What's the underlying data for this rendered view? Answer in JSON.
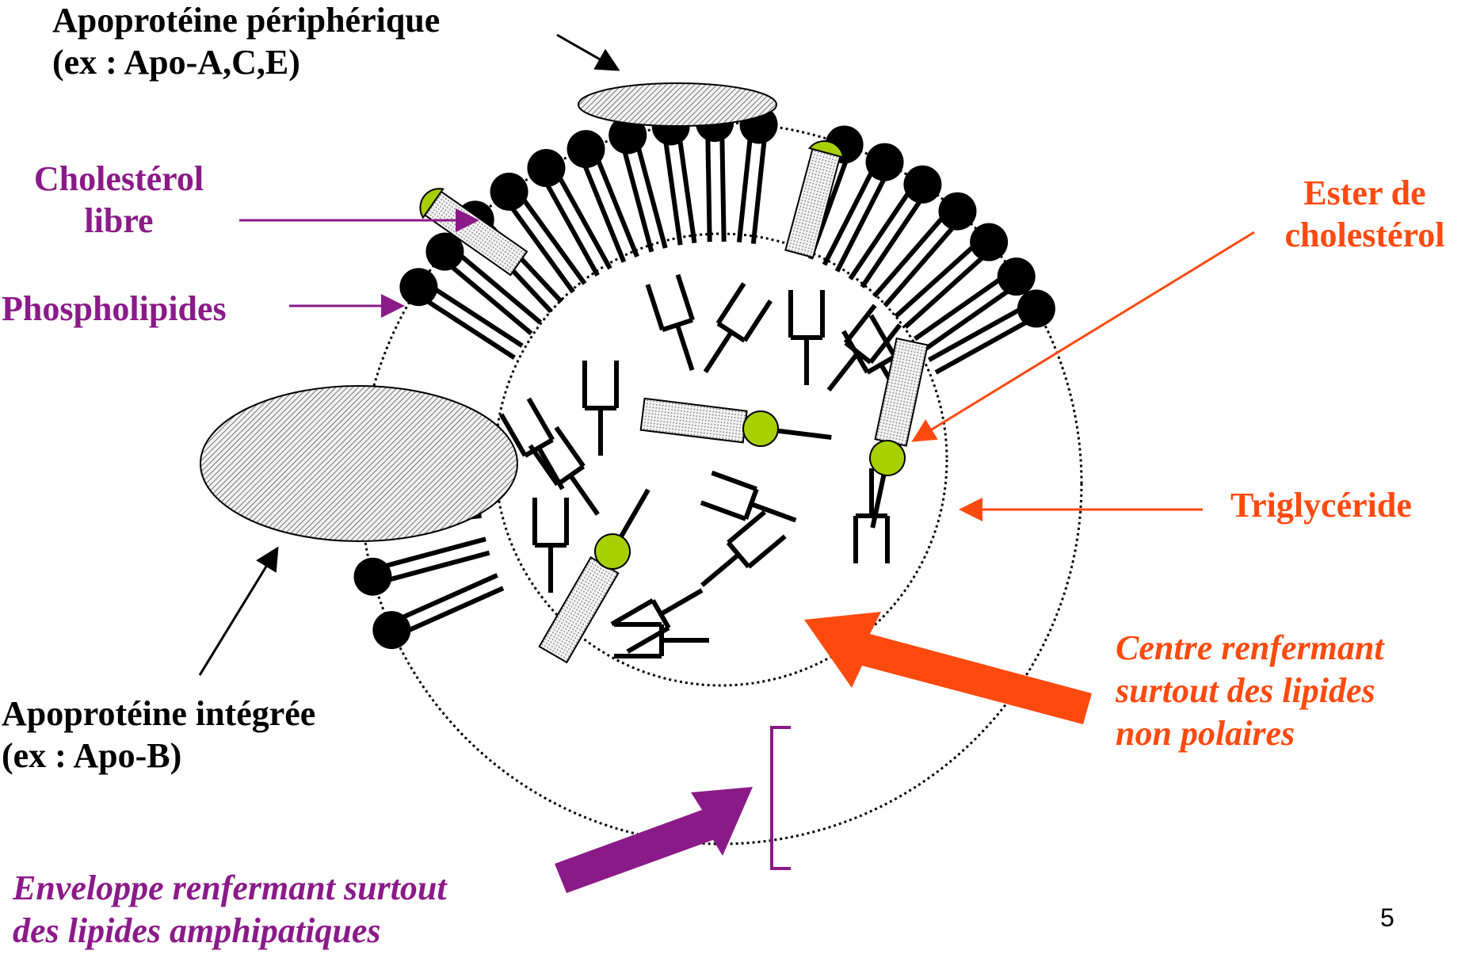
{
  "labels": {
    "apo_peripheral": [
      "Apoprotéine périphérique",
      "(ex : Apo-A,C,E)"
    ],
    "cholesterol_libre": [
      "Cholestérol",
      "libre"
    ],
    "phospholipides": "Phospholipides",
    "ester": [
      "Ester de",
      "cholestérol"
    ],
    "triglyceride": "Triglycéride",
    "apo_integree": [
      "Apoprotéine intégrée",
      "(ex : Apo-B)"
    ],
    "centre": [
      "Centre renfermant",
      "surtout des lipides",
      "non polaires"
    ],
    "enveloppe": [
      "Enveloppe renfermant surtout",
      "des lipides amphipatiques"
    ]
  },
  "page_number": "5",
  "colors": {
    "black": "#000000",
    "purple": "#8B1A89",
    "orange": "#FF4A0F",
    "head_green": "#A8D000"
  }
}
